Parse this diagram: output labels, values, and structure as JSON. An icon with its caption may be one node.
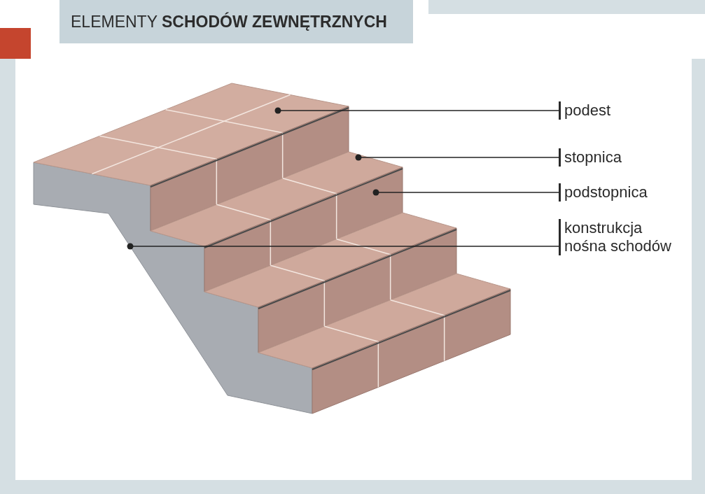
{
  "diagram": {
    "title": "ELEMENTY **SCHODÓW ZEWNĘTRZNYCH**",
    "nodes": [
      {
        "text": [
          "podest"
        ]
      },
      {
        "text": [
          "stopnica"
        ]
      },
      {
        "text": [
          "podstopnica"
        ]
      },
      {
        "text": [
          "konstrukcja nośna schodów"
        ]
      }
    ],
    "edges": [
      {
        "from": 0,
        "to": null,
        "arrow": "other"
      },
      {
        "from": 1,
        "to": null,
        "arrow": "other"
      },
      {
        "from": 2,
        "to": null,
        "arrow": "other"
      },
      {
        "from": 3,
        "to": null,
        "arrow": "other"
      }
    ]
  }
}
